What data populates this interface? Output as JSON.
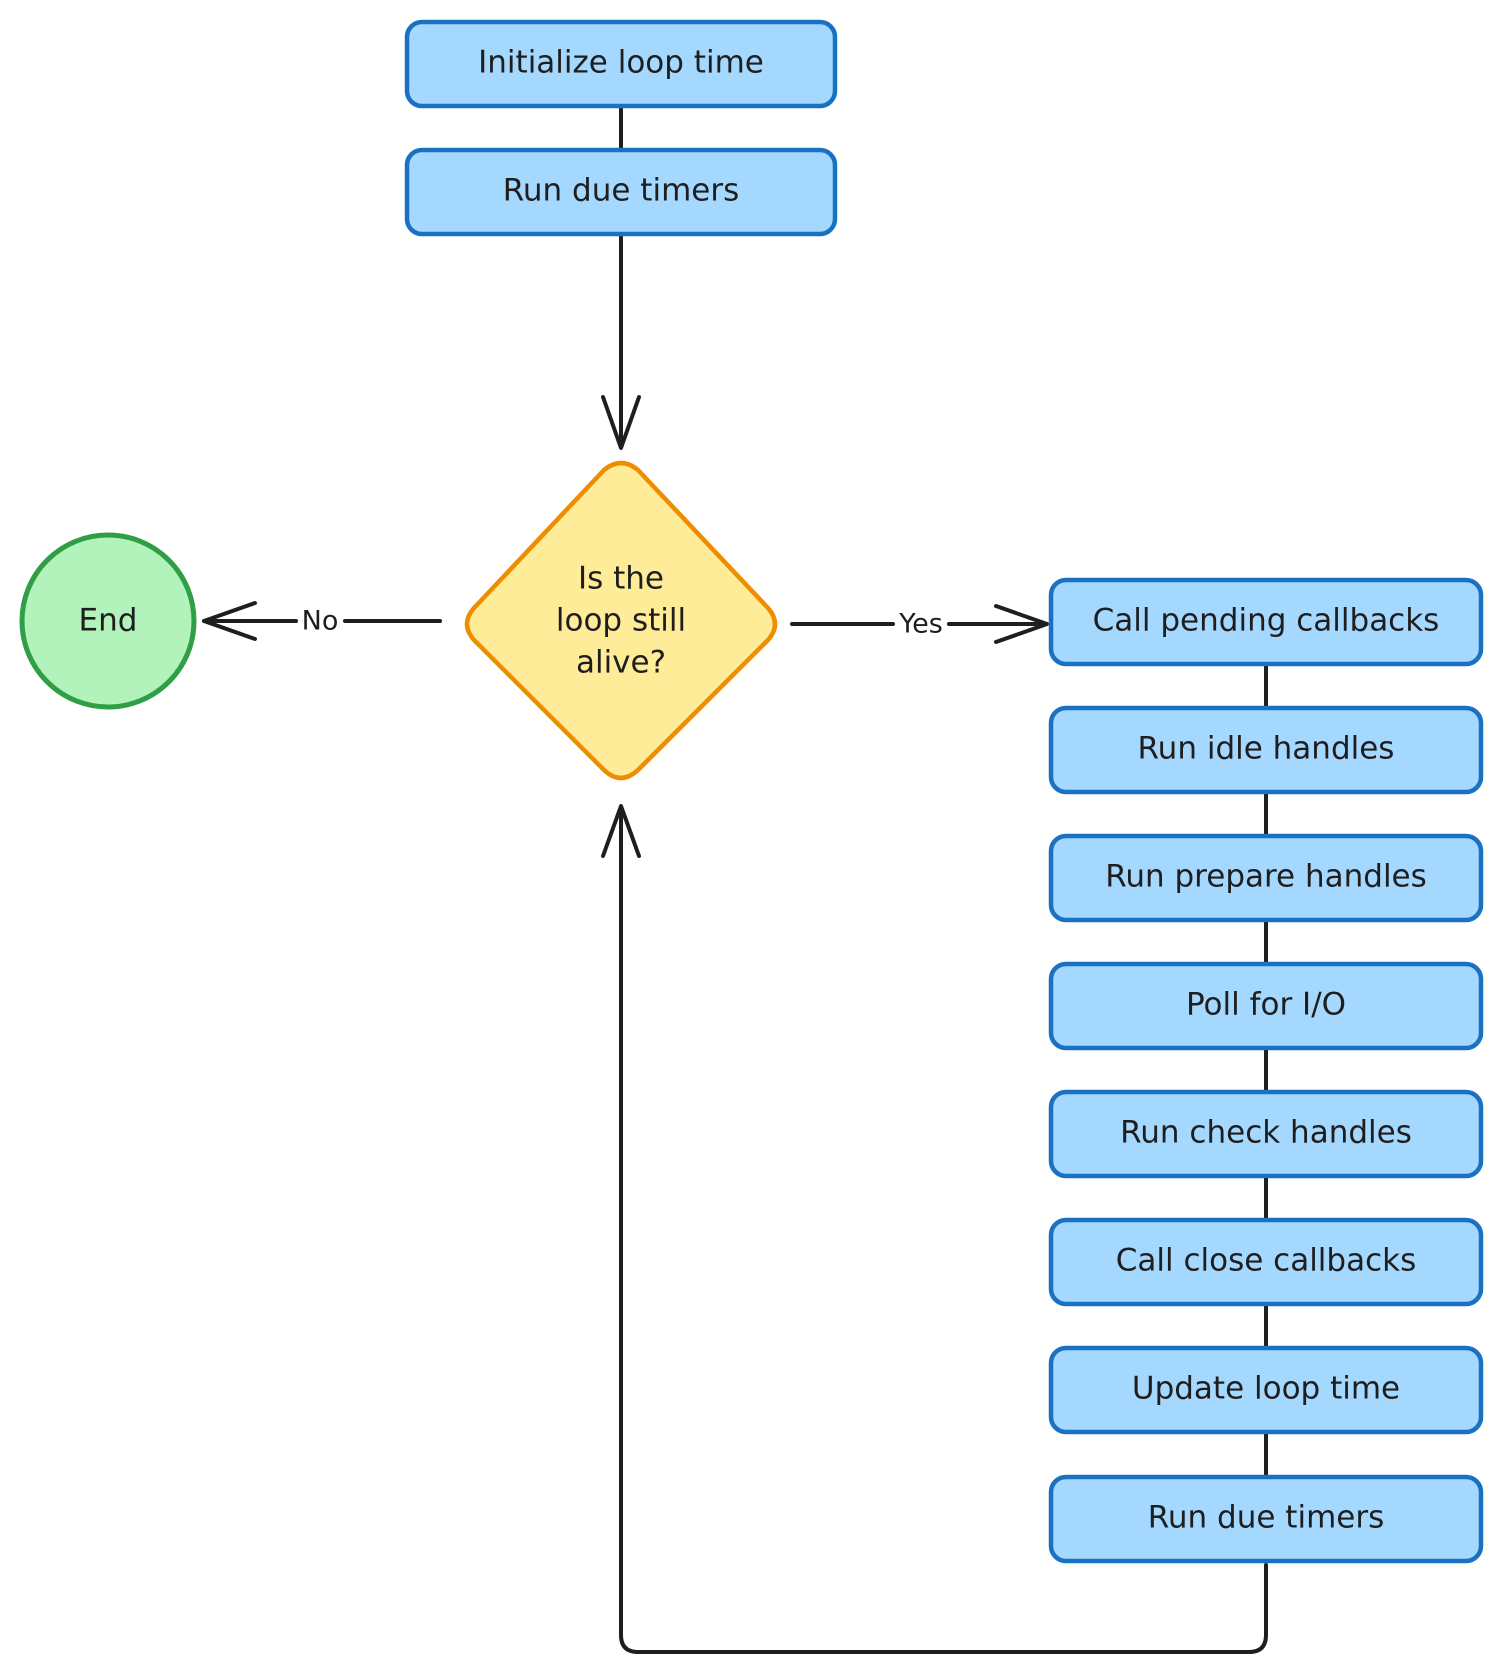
{
  "colors": {
    "process_fill": "#a5d8ff",
    "process_stroke": "#1971c2",
    "decision_fill": "#ffec99",
    "decision_stroke": "#f08c00",
    "end_fill": "#b2f2bb",
    "end_stroke": "#2f9e44",
    "line": "#1e1e1e"
  },
  "top_steps": [
    {
      "label": "Initialize loop time"
    },
    {
      "label": "Run due timers"
    }
  ],
  "decision": {
    "lines": [
      "Is the",
      "loop still",
      "alive?"
    ],
    "yes_label": "Yes",
    "no_label": "No"
  },
  "end_node": {
    "label": "End"
  },
  "loop_steps": [
    {
      "label": "Call pending callbacks"
    },
    {
      "label": "Run idle handles"
    },
    {
      "label": "Run prepare handles"
    },
    {
      "label": "Poll for I/O"
    },
    {
      "label": "Run check handles"
    },
    {
      "label": "Call close callbacks"
    },
    {
      "label": "Update loop time"
    },
    {
      "label": "Run due timers"
    }
  ]
}
